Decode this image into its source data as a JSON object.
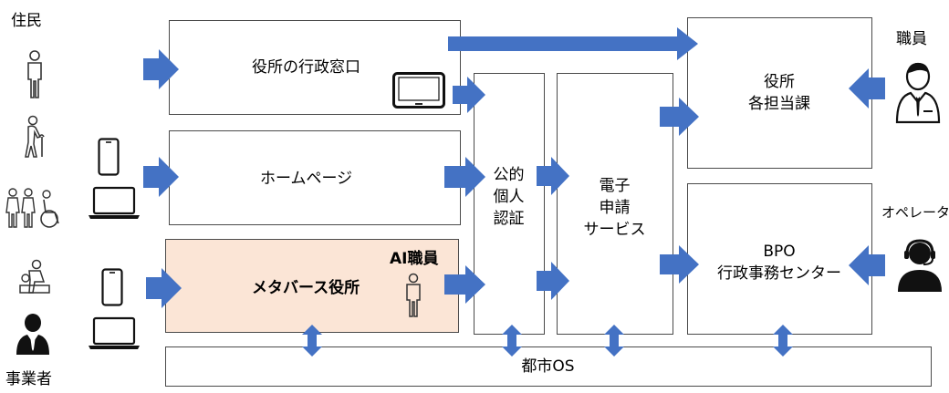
{
  "actors": {
    "residents_label": "住民",
    "business_label": "事業者",
    "staff_label": "職員",
    "operator_label": "オペレータ"
  },
  "channels": {
    "counter": "役所の行政窓口",
    "homepage": "ホームページ",
    "metaverse": "メタバース役所",
    "ai_staff": "AI職員"
  },
  "auth": {
    "line1": "公的",
    "line2": "個人",
    "line3": "認証"
  },
  "eservice": {
    "line1": "電子",
    "line2": "申請",
    "line3": "サービス"
  },
  "departments": {
    "line1": "役所",
    "line2": "各担当課"
  },
  "bpo": {
    "line1": "BPO",
    "line2": "行政事務センター"
  },
  "city_os": "都市OS",
  "colors": {
    "arrow": "#4472c4",
    "highlight": "#fbe5d6",
    "border": "#4a4a4a"
  },
  "icons": [
    "person-icon",
    "elderly-icon",
    "family-icon",
    "parent-child-icon",
    "businessman-icon",
    "smartphone-icon",
    "laptop-icon",
    "tablet-icon",
    "staff-icon",
    "operator-icon"
  ]
}
